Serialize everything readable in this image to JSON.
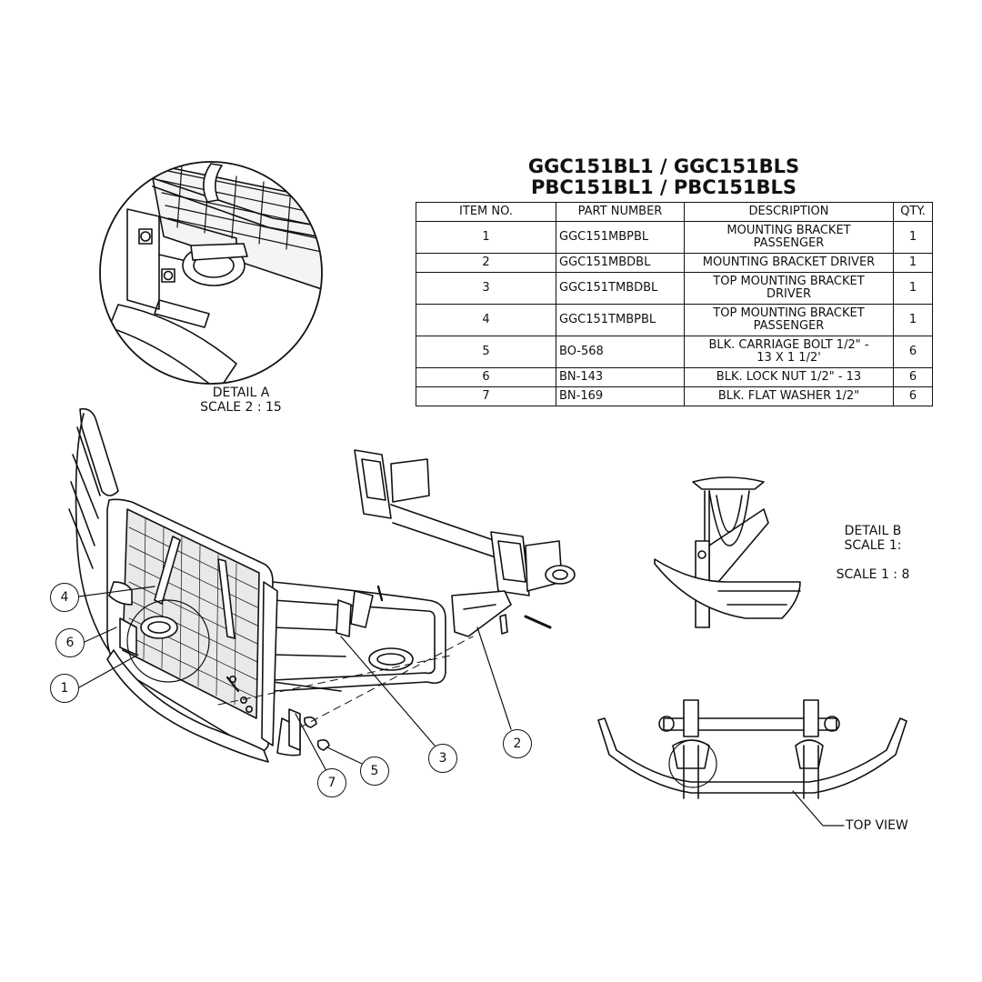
{
  "title_lines": [
    "GGC151BL1 / GGC151BLS",
    "PBC151BL1 / PBC151BLS"
  ],
  "bom": {
    "headers": [
      "ITEM NO.",
      "PART NUMBER",
      "DESCRIPTION",
      "QTY."
    ],
    "rows": [
      {
        "item": "1",
        "part": "GGC151MBPBL",
        "desc": "MOUNTING BRACKET\nPASSENGER",
        "qty": "1"
      },
      {
        "item": "2",
        "part": "GGC151MBDBL",
        "desc": "MOUNTING BRACKET DRIVER",
        "qty": "1"
      },
      {
        "item": "3",
        "part": "GGC151TMBDBL",
        "desc": "TOP MOUNTING BRACKET\nDRIVER",
        "qty": "1"
      },
      {
        "item": "4",
        "part": "GGC151TMBPBL",
        "desc": "TOP MOUNTING BRACKET\nPASSENGER",
        "qty": "1"
      },
      {
        "item": "5",
        "part": "BO-568",
        "desc": "BLK. CARRIAGE BOLT 1/2\" -\n13 X 1 1/2'",
        "qty": "6"
      },
      {
        "item": "6",
        "part": "BN-143",
        "desc": "BLK. LOCK NUT 1/2\" - 13",
        "qty": "6"
      },
      {
        "item": "7",
        "part": "BN-169",
        "desc": "BLK. FLAT WASHER 1/2\"",
        "qty": "6"
      }
    ]
  },
  "detail_a": {
    "line1": "DETAIL A",
    "line2": "SCALE 2 : 15"
  },
  "detail_b": {
    "line1": "DETAIL B",
    "line2": "SCALE 1:",
    "line3": "SCALE 1 : 8"
  },
  "top_view_label": "TOP VIEW",
  "balloons": [
    "4",
    "6",
    "1",
    "2",
    "3",
    "7",
    "5"
  ]
}
